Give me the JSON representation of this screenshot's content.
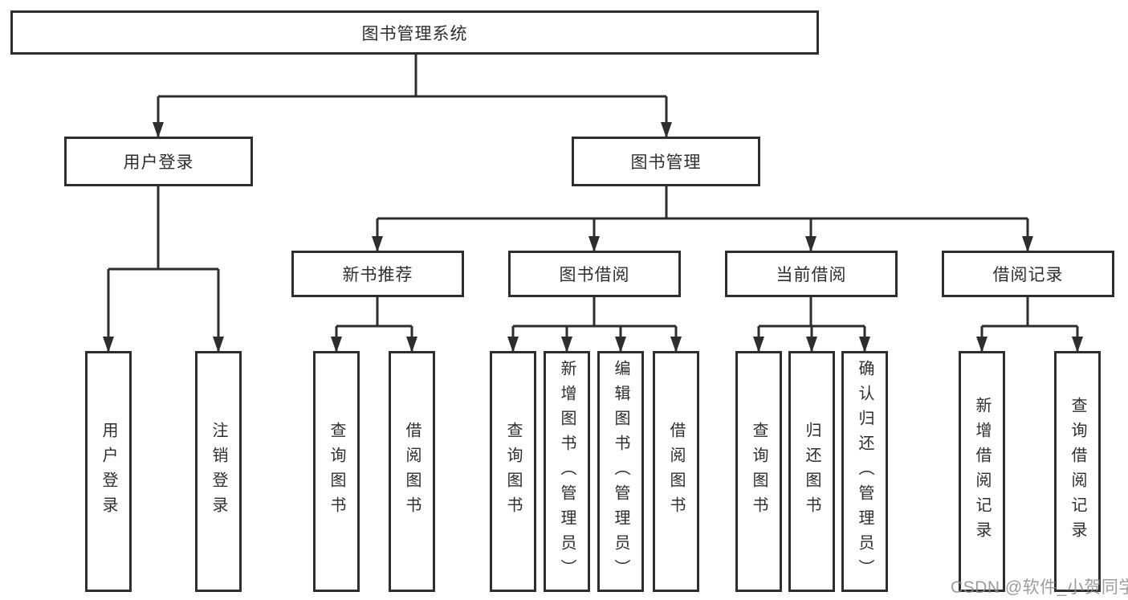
{
  "tree": {
    "label": "图书管理系统",
    "children": [
      {
        "label": "用户登录",
        "children": [
          {
            "label": "用户登录"
          },
          {
            "label": "注销登录"
          }
        ]
      },
      {
        "label": "图书管理",
        "children": [
          {
            "label": "新书推荐",
            "children": [
              {
                "label": "查询图书"
              },
              {
                "label": "借阅图书"
              }
            ]
          },
          {
            "label": "图书借阅",
            "children": [
              {
                "label": "查询图书"
              },
              {
                "label": "新增图书（管理员）"
              },
              {
                "label": "编辑图书（管理员）"
              },
              {
                "label": "借阅图书"
              }
            ]
          },
          {
            "label": "当前借阅",
            "children": [
              {
                "label": "查询图书"
              },
              {
                "label": "归还图书"
              },
              {
                "label": "确认归还（管理员）"
              }
            ]
          },
          {
            "label": "借阅记录",
            "children": [
              {
                "label": "新增借阅记录"
              },
              {
                "label": "查询借阅记录"
              }
            ]
          }
        ]
      }
    ]
  },
  "watermark": "CSDN @软件_小贺同学",
  "colors": {
    "line": "#2e2e2e",
    "box_border": "#2e2e2e",
    "text": "#2e2e2e",
    "watermark": "#8b8b8b",
    "background": "#ffffff"
  }
}
